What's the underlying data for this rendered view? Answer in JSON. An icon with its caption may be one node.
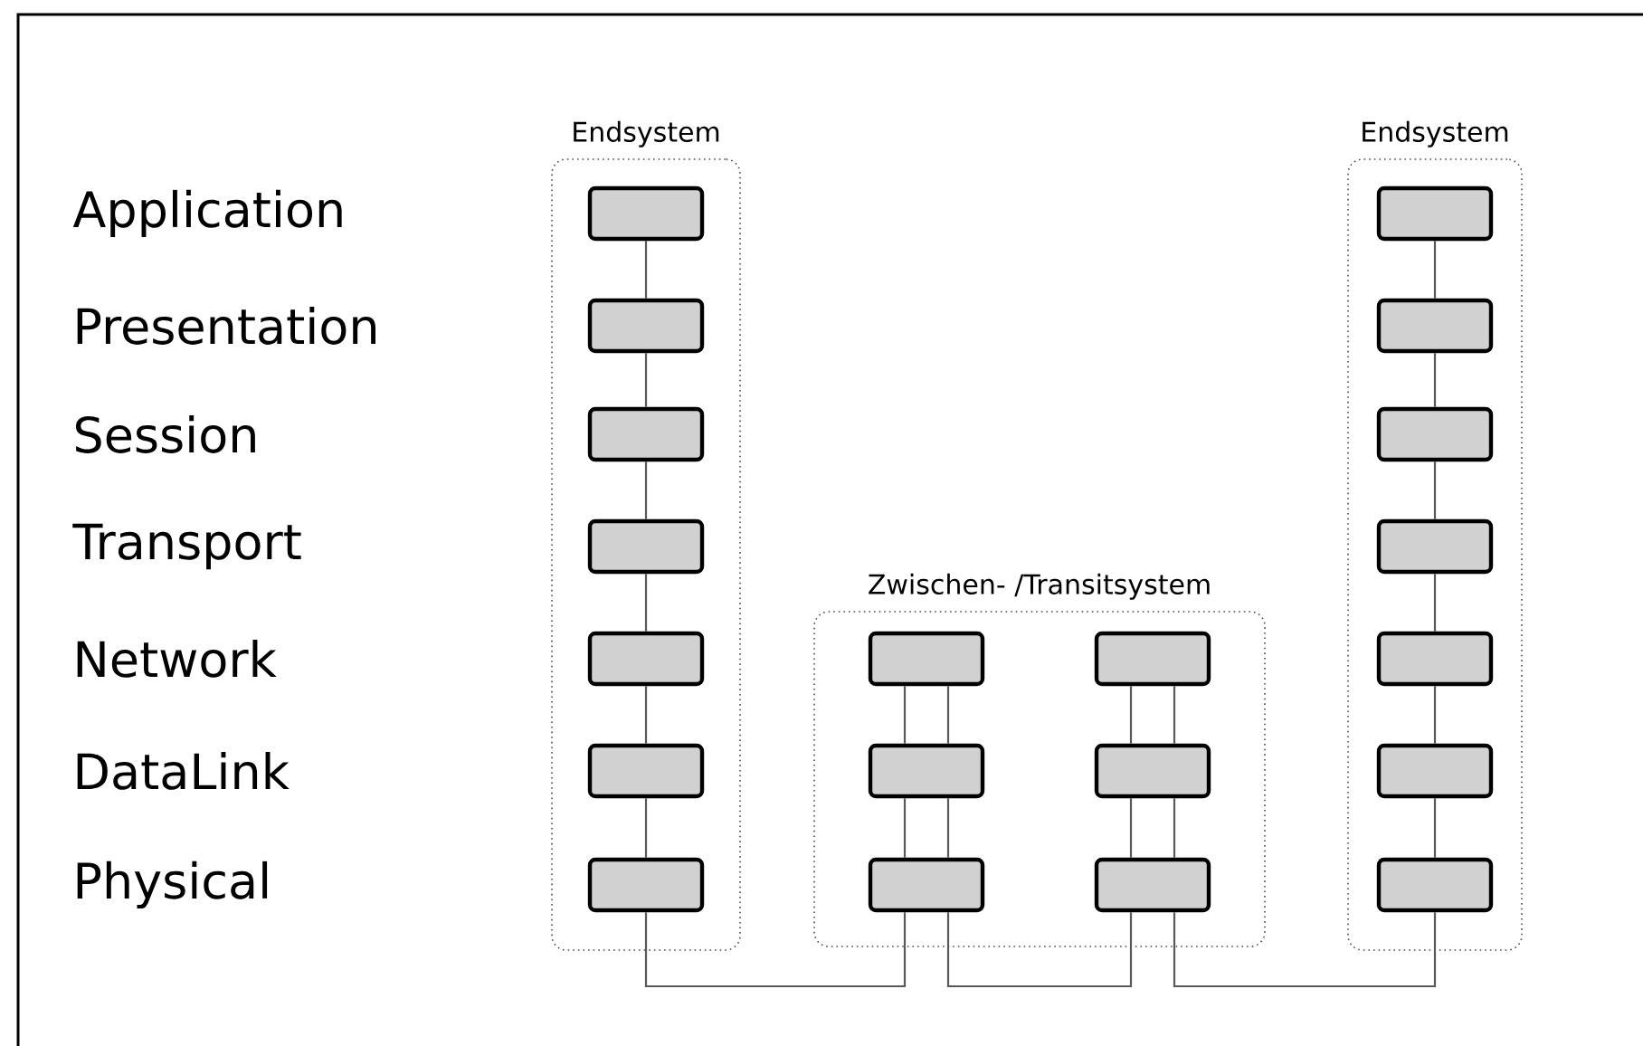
{
  "diagram": {
    "nodes": [
      {
        "text": [
          "Endsystem"
        ]
      },
      {
        "text": [],
        "shape": "box",
        "in": 0
      },
      {
        "text": [],
        "shape": "box",
        "in": 0
      },
      {
        "text": [],
        "shape": "box",
        "in": 0
      },
      {
        "text": [],
        "shape": "box",
        "in": 0
      },
      {
        "text": [],
        "shape": "box",
        "in": 0
      },
      {
        "text": [],
        "shape": "box",
        "in": 0
      },
      {
        "text": [],
        "shape": "box",
        "in": 0
      },
      {
        "text": [
          "Zwischen- /Transitsystem"
        ]
      },
      {
        "text": [],
        "shape": "box",
        "in": 8
      },
      {
        "text": [],
        "shape": "box",
        "in": 8
      },
      {
        "text": [],
        "shape": "box",
        "in": 8
      },
      {
        "text": [],
        "shape": "box",
        "in": 8
      },
      {
        "text": [],
        "shape": "box",
        "in": 8
      },
      {
        "text": [],
        "shape": "box",
        "in": 8
      },
      {
        "text": [
          "Endsystem"
        ]
      },
      {
        "text": [],
        "shape": "box",
        "in": 15
      },
      {
        "text": [],
        "shape": "box",
        "in": 15
      },
      {
        "text": [],
        "shape": "box",
        "in": 15
      },
      {
        "text": [],
        "shape": "box",
        "in": 15
      },
      {
        "text": [],
        "shape": "box",
        "in": 15
      },
      {
        "text": [],
        "shape": "box",
        "in": 15
      },
      {
        "text": [],
        "shape": "box",
        "in": 15
      }
    ],
    "edges": [
      {
        "from": 1,
        "to": 2,
        "arrow": "none"
      },
      {
        "from": 2,
        "to": 3,
        "arrow": "none"
      },
      {
        "from": 3,
        "to": 4,
        "arrow": "none"
      },
      {
        "from": 4,
        "to": 5,
        "arrow": "none"
      },
      {
        "from": 5,
        "to": 6,
        "arrow": "none"
      },
      {
        "from": 6,
        "to": 7,
        "arrow": "none"
      },
      {
        "from": 9,
        "to": 10,
        "arrow": "none"
      },
      {
        "from": 9,
        "to": 10,
        "arrow": "none"
      },
      {
        "from": 10,
        "to": 11,
        "arrow": "none"
      },
      {
        "from": 10,
        "to": 11,
        "arrow": "none"
      },
      {
        "from": 12,
        "to": 13,
        "arrow": "none"
      },
      {
        "from": 12,
        "to": 13,
        "arrow": "none"
      },
      {
        "from": 13,
        "to": 14,
        "arrow": "none"
      },
      {
        "from": 13,
        "to": 14,
        "arrow": "none"
      },
      {
        "from": 16,
        "to": 17,
        "arrow": "none"
      },
      {
        "from": 17,
        "to": 18,
        "arrow": "none"
      },
      {
        "from": 18,
        "to": 19,
        "arrow": "none"
      },
      {
        "from": 19,
        "to": 20,
        "arrow": "none"
      },
      {
        "from": 20,
        "to": 21,
        "arrow": "none"
      },
      {
        "from": 21,
        "to": 22,
        "arrow": "none"
      },
      {
        "from": 7,
        "to": 11,
        "arrow": "none"
      },
      {
        "from": 11,
        "to": 14,
        "arrow": "none"
      },
      {
        "from": 14,
        "to": 22,
        "arrow": "none"
      }
    ],
    "labels": [
      "Application",
      "Presentation",
      "Session",
      "Transport",
      "Network",
      "DataLink",
      "Physical"
    ]
  }
}
